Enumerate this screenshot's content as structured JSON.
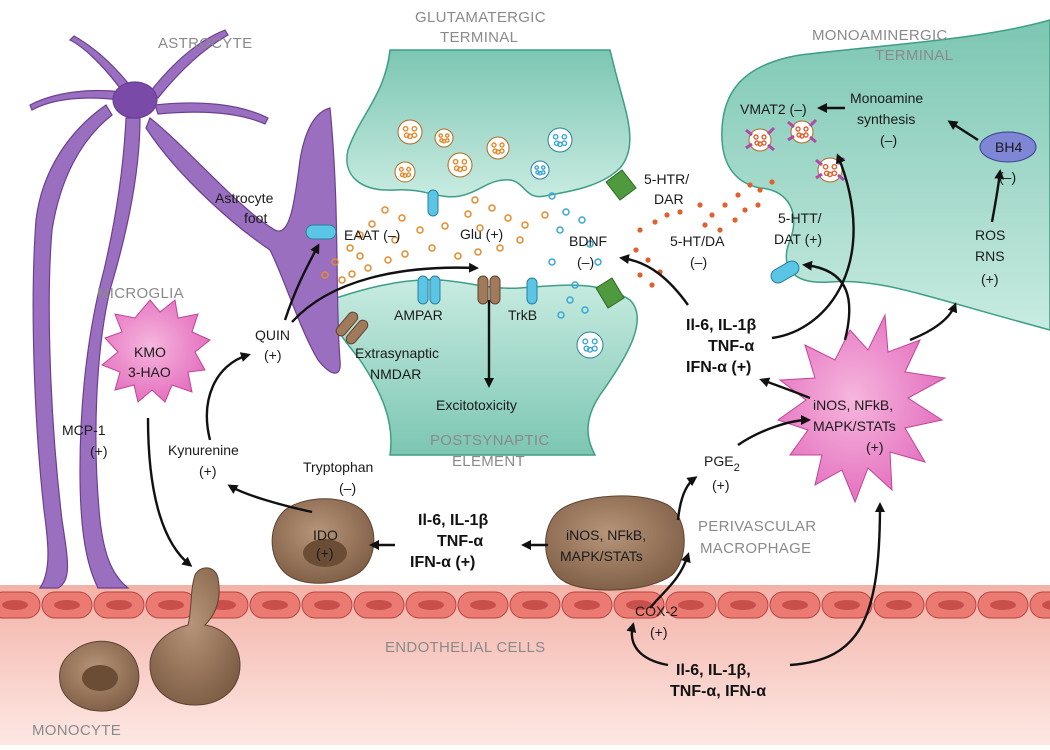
{
  "regions": {
    "astrocyte": "ASTROCYTE",
    "glutamatergic_1": "GLUTAMATERGIC",
    "glutamatergic_2": "TERMINAL",
    "monoaminergic_1": "MONOAMINERGIC",
    "monoaminergic_2": "TERMINAL",
    "microglia": "MICROGLIA",
    "postsynaptic_1": "POSTSYNAPTIC",
    "postsynaptic_2": "ELEMENT",
    "perivascular_1": "PERIVASCULAR",
    "perivascular_2": "MACROPHAGE",
    "endothelial": "ENDOTHELIAL CELLS",
    "monocyte": "MONOCYTE"
  },
  "labels": {
    "astrocyte_foot_1": "Astrocyte",
    "astrocyte_foot_2": "foot",
    "eaat": "EAAT (–)",
    "glu": "Glu (+)",
    "ampar": "AMPAR",
    "trkb": "TrkB",
    "nmdar_1": "Extrasynaptic",
    "nmdar_2": "NMDAR",
    "excitotoxicity": "Excitotoxicity",
    "quin_1": "QUIN",
    "quin_2": "(+)",
    "kmo": "KMO",
    "hao": "3-HAO",
    "mcp_1": "MCP-1",
    "mcp_2": "(+)",
    "kynurenine_1": "Kynurenine",
    "kynurenine_2": "(+)",
    "tryptophan_1": "Tryptophan",
    "tryptophan_2": "(–)",
    "ido_1": "IDO",
    "ido_2": "(+)",
    "htr_1": "5-HTR/",
    "htr_2": "DAR",
    "bdnf_1": "BDNF",
    "bdnf_2": "(–)",
    "ht_da_1": "5-HT/DA",
    "ht_da_2": "(–)",
    "htt_1": "5-HTT/",
    "htt_2": "DAT (+)",
    "vmat2": "VMAT2 (–)",
    "mono_syn_1": "Monoamine",
    "mono_syn_2": "synthesis",
    "mono_syn_3": "(–)",
    "bh4_1": "BH4",
    "bh4_2": "(–)",
    "ros": "ROS",
    "rns": "RNS",
    "ros_plus": "(+)",
    "micro_1": "iNOS, NFkB,",
    "micro_2": "MAPK/STATs",
    "micro_3": "(+)",
    "pge2": "PGE",
    "pge2_sub": "2",
    "pge2_plus": "(+)",
    "mac_1": "iNOS, NFkB,",
    "mac_2": "MAPK/STATs",
    "cox2_1": "COX-2",
    "cox2_2": "(+)"
  },
  "cytokines": {
    "right_1": "Il-6, IL-1β",
    "right_2": "TNF-α",
    "right_3": "IFN-α (+)",
    "left_1": "Il-6, IL-1β",
    "left_2": "TNF-α",
    "left_3": "IFN-α (+)",
    "bottom_1": "Il-6, IL-1β,",
    "bottom_2": "TNF-α, IFN-α"
  },
  "colors": {
    "neuron_fill": "#9fd3c4",
    "astrocyte_fill": "#9b6fc0",
    "microglia_fill": "#e77fc4",
    "macrophage_fill": "#8a6a4e",
    "endothelial_fill": "#e9716b",
    "receptor_green": "#4f9a3f",
    "channel_blue": "#5bc5e6"
  }
}
